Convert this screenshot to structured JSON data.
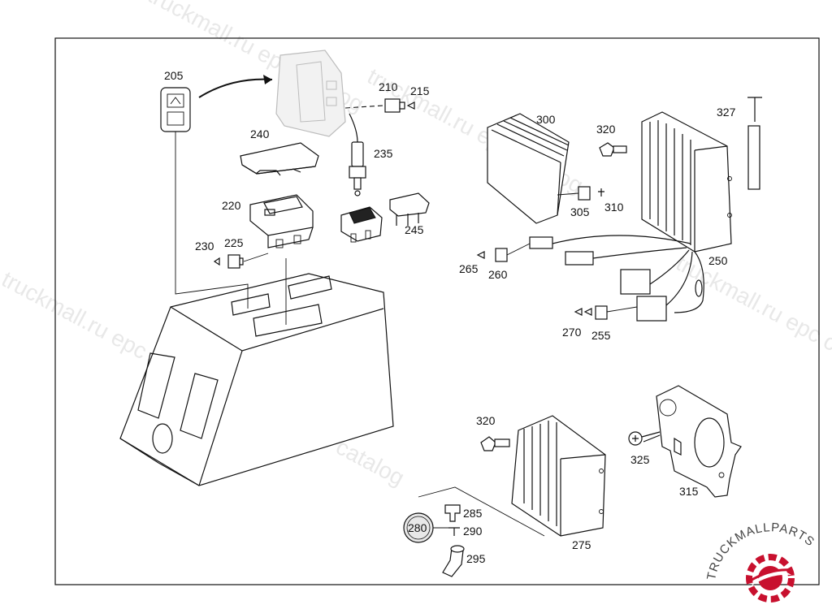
{
  "parts": {
    "p205": "205",
    "p210": "210",
    "p215": "215",
    "p220": "220",
    "p225": "225",
    "p230": "230",
    "p235": "235",
    "p240": "240",
    "p245": "245",
    "p250": "250",
    "p255": "255",
    "p260": "260",
    "p265": "265",
    "p270": "270",
    "p275": "275",
    "p280": "280",
    "p285": "285",
    "p290": "290",
    "p295": "295",
    "p300": "300",
    "p305": "305",
    "p310": "310",
    "p315": "315",
    "p320a": "320",
    "p320b": "320",
    "p325": "325",
    "p327": "327"
  },
  "watermark": {
    "w1": "truckmall.ru epc catalog",
    "w2": "truckmall.ru epc catalog",
    "w3": "truckmall.ru epc catalog",
    "w4": "truckmall.ru epc catalog",
    "w5": "truckmall.ru epc catalog"
  },
  "logo": {
    "text": "TRUCKMALLPARTS",
    "color": "#c8102e"
  }
}
